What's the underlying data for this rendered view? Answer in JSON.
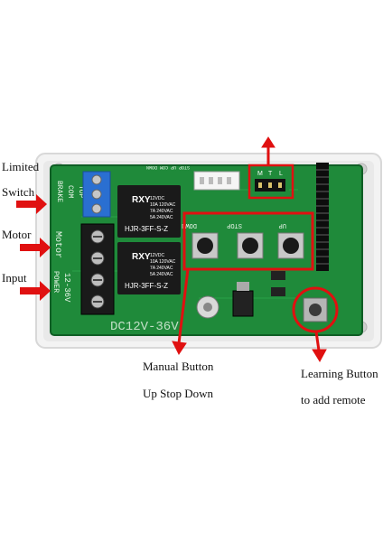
{
  "labels": {
    "limited": "Limited",
    "switch": "Switch",
    "motor": "Motor",
    "input": "Input",
    "manual_line1": "Manual Button",
    "manual_line2": "Up Stop Down",
    "learning_line1": "Learning Button",
    "learning_line2": "to add remote"
  },
  "board": {
    "relay_brand": "RXY",
    "relay_spec_lines": [
      "12VDC",
      "10A 120VAC",
      "7A 240VAC",
      "5A 240VAC"
    ],
    "relay_model": "HJR-3FF-S-Z",
    "terminal_labels": [
      "BRAKE",
      "COM",
      "TOP"
    ],
    "motor_label": "Motor",
    "power_label": "POWER",
    "voltage_small": "12-36V",
    "voltage_big": "DC12V-36V",
    "button_labels": [
      "DOWN",
      "STOP",
      "UP"
    ],
    "header_label": "STOP UP COM DOWN",
    "jumper_letters": [
      "M",
      "T",
      "L"
    ]
  },
  "colors": {
    "pcb": "#1f8a3a",
    "pcb_dark": "#0f5e25",
    "case": "#f2f2f2",
    "arrow": "#e01010",
    "blue_terminal": "#2a6fd1"
  }
}
